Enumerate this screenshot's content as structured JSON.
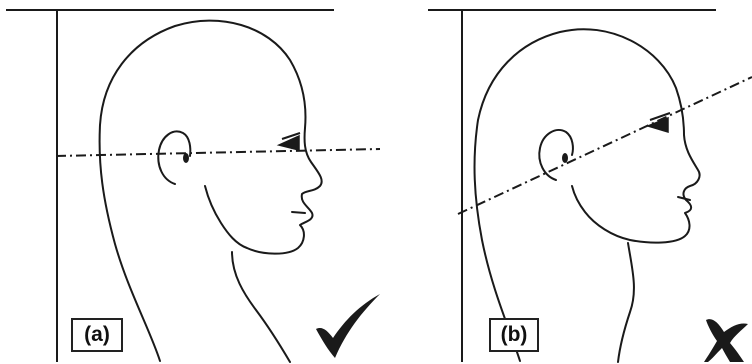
{
  "panels": [
    {
      "label": "(a)",
      "verdict_icon": "checkmark-icon",
      "line": "horizontal-reference-line"
    },
    {
      "label": "(b)",
      "verdict_icon": "cross-icon",
      "line": "tilted-reference-line"
    }
  ],
  "colors": {
    "stroke": "#1a1a1a",
    "background": "#ffffff"
  }
}
